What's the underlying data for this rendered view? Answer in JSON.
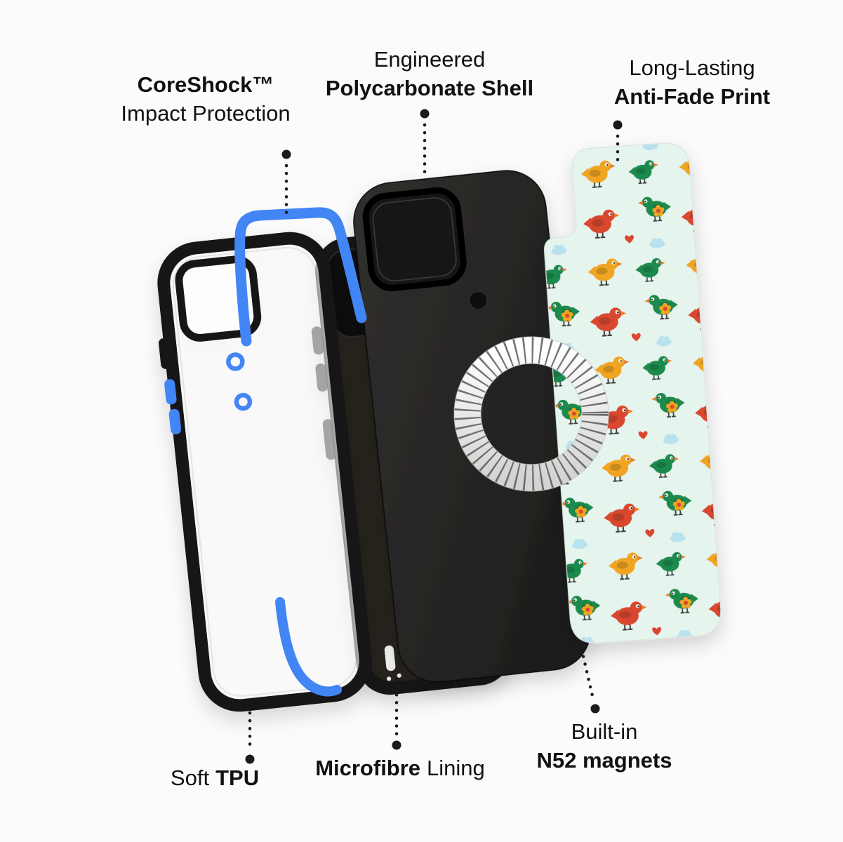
{
  "background": "#fbfbfb",
  "annotations": {
    "coreshock": {
      "bold": "CoreShock™",
      "regular": "Impact Protection"
    },
    "polycarbonate": {
      "regular": "Engineered",
      "bold": "Polycarbonate Shell"
    },
    "antifade": {
      "regular": "Long-Lasting",
      "bold": "Anti-Fade Print"
    },
    "soft_tpu": {
      "regular": "Soft",
      "bold": "TPU"
    },
    "microfibre": {
      "bold": "Microfibre",
      "regular": "Lining"
    },
    "magnets": {
      "regular": "Built-in",
      "bold": "N52 magnets"
    }
  },
  "colors": {
    "accent_blue": "#4285f4",
    "case_black": "#141414",
    "shell_dark": "#232323",
    "microfibre_brown": "#26221f",
    "pattern_bg": "#e6f4ee",
    "bird_red": "#d9472e",
    "bird_green": "#1d8a4e",
    "bird_orange": "#f0a522",
    "cloud_blue": "#b8e2ee",
    "ring_white": "#f2f2f0",
    "label_text": "#111111"
  }
}
